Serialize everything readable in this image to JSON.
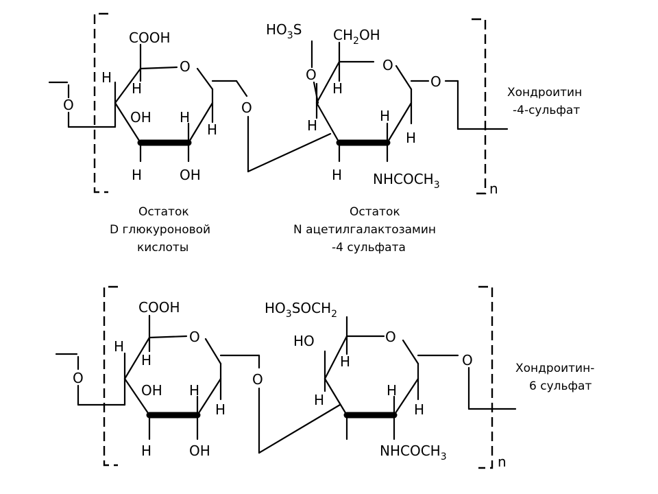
{
  "top": {
    "glc": {
      "cooh": "COOH",
      "ring_o": "O",
      "h1": "H",
      "h2": "H",
      "oh": "OH",
      "h3": "H",
      "h4": "H",
      "h5": "H",
      "oh2": "OH"
    },
    "left_o": "O",
    "link_o": "O",
    "gal": {
      "so3": "HO",
      "so3_sub": "3",
      "so3_s": "S",
      "ch2oh_a": "CH",
      "ch2oh_sub": "2",
      "ch2oh_b": "OH",
      "ester_o": "O",
      "ring_o": "O",
      "h1": "H",
      "h2": "H",
      "h3": "H",
      "h4": "H",
      "h5": "H",
      "nh_a": "NHCOCH",
      "nh_sub": "3"
    },
    "right_o": "O",
    "n": "n",
    "name_line1": "Хондроитин",
    "name_line2": "-4-сульфат",
    "caption_left": [
      "Остаток",
      "D глюкуроновой",
      "кислоты"
    ],
    "caption_right": [
      "Остаток",
      "N ацетилгалактозамин",
      "-4 сульфата"
    ]
  },
  "bottom": {
    "glc": {
      "cooh": "COOH",
      "ring_o": "O",
      "h1": "H",
      "h2": "H",
      "oh": "OH",
      "h3": "H",
      "h4": "H",
      "h5": "H",
      "oh2": "OH"
    },
    "left_o": "O",
    "link_o": "O",
    "gal": {
      "so3_a": "HO",
      "so3_sub": "3",
      "so3_b": "SOCH",
      "so3_sub2": "2",
      "ho": "HO",
      "ring_o": "O",
      "h1": "H",
      "h2": "H",
      "h3": "H",
      "h4": "H",
      "nh_a": "NHCOCH",
      "nh_sub": "3"
    },
    "right_o": "O",
    "n": "n",
    "name_line1": "Хондроитин-",
    "name_line2": "6 сульфат"
  }
}
